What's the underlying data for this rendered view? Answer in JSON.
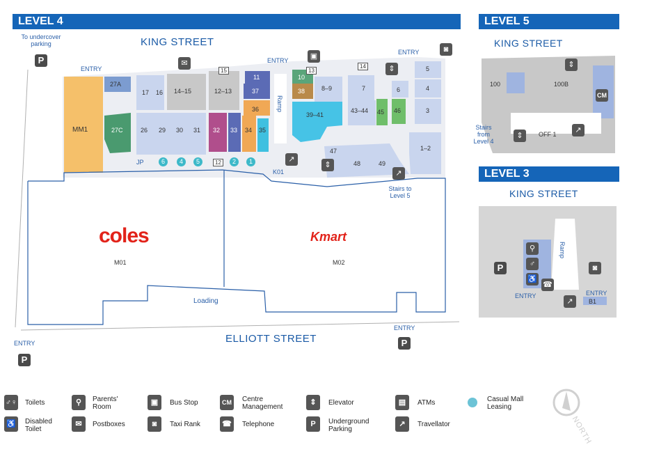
{
  "level4": {
    "title": "LEVEL 4",
    "king_street": "KING STREET",
    "elliott_street": "ELLIOTT STREET",
    "undercover_parking": "To undercover parking",
    "entry": "ENTRY",
    "ramp": "Ramp",
    "loading": "Loading",
    "stairs_to_level5": "Stairs to Level 5",
    "coles": "coles",
    "kmart": "Kmart",
    "jp": "JP",
    "k01": "K01",
    "shops": {
      "mm1": "MM1",
      "s27a": "27A",
      "s27c": "27C",
      "s17": "17",
      "s16": "16",
      "s14_15": "14–15",
      "s12_13": "12–13",
      "s11": "11",
      "s37": "37",
      "s36": "36",
      "s10": "10",
      "s38": "38",
      "s8_9": "8–9",
      "s7": "7",
      "s5": "5",
      "s4": "4",
      "s6": "6",
      "s3": "3",
      "s39_41": "39–41",
      "s43_44": "43–44",
      "s45": "45",
      "s46": "46",
      "s26": "26",
      "s29": "29",
      "s30": "30",
      "s31": "31",
      "s32": "32",
      "s33": "33",
      "s34": "34",
      "s35": "35",
      "s47": "47",
      "s48": "48",
      "s49": "49",
      "s1_2": "1–2",
      "m01": "M01",
      "m02": "M02"
    },
    "casual_leasing": [
      "6",
      "4",
      "5",
      "2",
      "1"
    ],
    "atm_numbers": [
      "15",
      "13",
      "14",
      "12"
    ]
  },
  "level5": {
    "title": "LEVEL 5",
    "king_street": "KING STREET",
    "s100": "100",
    "s100b": "100B",
    "off1": "OFF 1",
    "stairs_from_level4": "Stairs from Level 4",
    "cm": "CM"
  },
  "level3": {
    "title": "LEVEL 3",
    "king_street": "KING STREET",
    "ramp": "Ramp",
    "entry": "ENTRY",
    "b1": "B1"
  },
  "legend": [
    {
      "icon": "toilets-icon",
      "glyph": "♂♀",
      "label": "Toilets"
    },
    {
      "icon": "disabled-toilet-icon",
      "glyph": "♿",
      "label": "Disabled Toilet"
    },
    {
      "icon": "parents-room-icon",
      "glyph": "⚲",
      "label": "Parents' Room"
    },
    {
      "icon": "postboxes-icon",
      "glyph": "✉",
      "label": "Postboxes"
    },
    {
      "icon": "bus-stop-icon",
      "glyph": "▣",
      "label": "Bus Stop"
    },
    {
      "icon": "taxi-rank-icon",
      "glyph": "◙",
      "label": "Taxi Rank"
    },
    {
      "icon": "centre-management-icon",
      "glyph": "CM",
      "label": "Centre Management"
    },
    {
      "icon": "telephone-icon",
      "glyph": "☎",
      "label": "Telephone"
    },
    {
      "icon": "elevator-icon",
      "glyph": "⇕",
      "label": "Elevator"
    },
    {
      "icon": "underground-parking-icon",
      "glyph": "P",
      "label": "Underground Parking"
    },
    {
      "icon": "atm-icon",
      "glyph": "▤",
      "label": "ATMs"
    },
    {
      "icon": "travellator-icon",
      "glyph": "↗",
      "label": "Travellator"
    },
    {
      "icon": "casual-mall-leasing-icon",
      "glyph": "",
      "label": "Casual Mall Leasing"
    }
  ],
  "north": "NORTH",
  "colors": {
    "banner": "#1565b8",
    "shop": "#c9d5ee",
    "mm1": "#f5c06a",
    "s27c": "#4a9a6f",
    "s32": "#b04e8c",
    "s33": "#5b6bb5",
    "s34": "#f0a855",
    "s35": "#3fc0e0",
    "s39_41": "#46c3e6",
    "s38": "#b98a4a",
    "s10": "#5aa57a",
    "s11": "#5b6bb5",
    "s45": "#6fbe6a",
    "grey": "#c8c8c8",
    "coles": "#e2231a",
    "kmart": "#e2231a",
    "teal": "#3db9c9"
  }
}
